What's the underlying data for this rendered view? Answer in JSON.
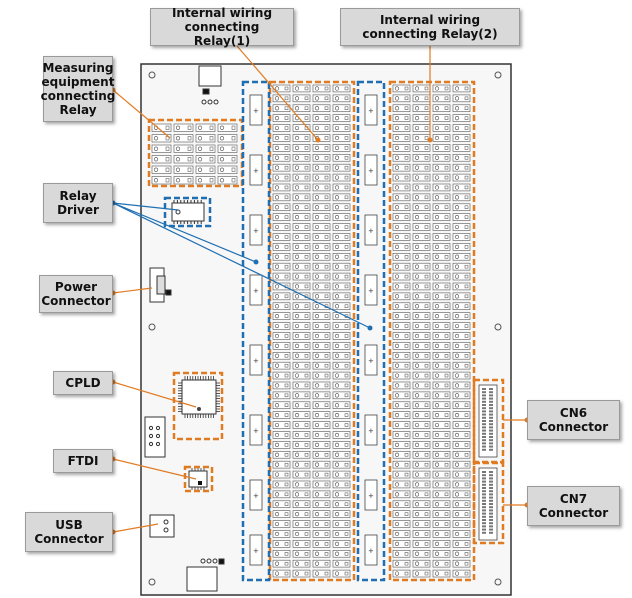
{
  "labels": {
    "relay1": "Internal wiring\nconnecting Relay(1)",
    "relay2": "Internal wiring\nconnecting Relay(2)",
    "measuring": "Measuring\nequipment\nconnecting\nRelay",
    "relay_driver": "Relay\nDriver",
    "power": "Power\nConnector",
    "cpld": "CPLD",
    "ftdi": "FTDI",
    "usb": "USB\nConnector",
    "cn6": "CN6\nConnector",
    "cn7": "CN7\nConnector"
  },
  "colors": {
    "orange_box": "#e07b22",
    "blue_box": "#1f6fb2",
    "board": "#f7f7f7",
    "outline": "#333333"
  }
}
